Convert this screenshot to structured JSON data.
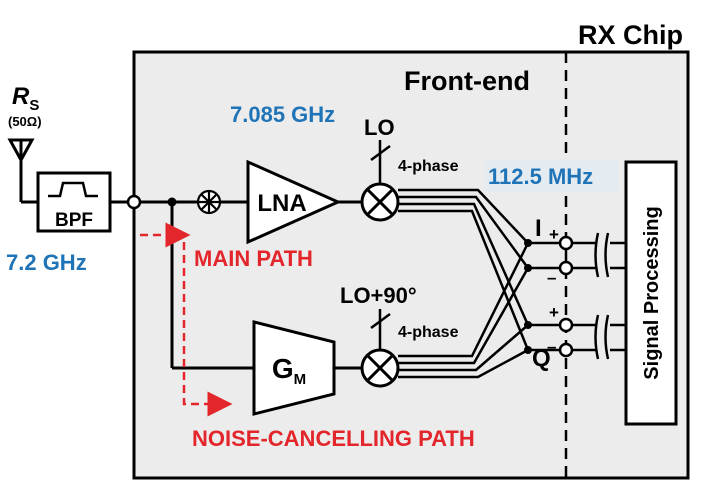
{
  "chip_label": "RX Chip",
  "frontend_label": "Front-end",
  "source": {
    "r_letter": "R",
    "r_sub": "S",
    "impedance": "(50Ω)"
  },
  "bpf": {
    "label": "BPF",
    "freq": "7.2 GHz"
  },
  "lna": {
    "label": "LNA",
    "freq": "7.085 GHz"
  },
  "gm": {
    "label": "G",
    "sub": "M"
  },
  "lo_top": {
    "label": "LO",
    "phase": "4-phase"
  },
  "lo_bottom": {
    "label": "LO+90°",
    "phase": "4-phase"
  },
  "if_freq": "112.5 MHz",
  "main_path": "MAIN PATH",
  "nc_path": "NOISE-CANCELLING PATH",
  "outputs": {
    "i": "I",
    "q": "Q",
    "plus": "+",
    "minus": "–"
  },
  "signal_processing": "Signal Processing",
  "colors": {
    "blue": "#1f73b7",
    "red": "#e3262b",
    "chip_fill": "#ececec",
    "line": "#000000"
  },
  "icons": [
    "antenna-icon",
    "bandpass-icon",
    "summing-node-icon",
    "mixer-icon",
    "capacitor-icon"
  ]
}
